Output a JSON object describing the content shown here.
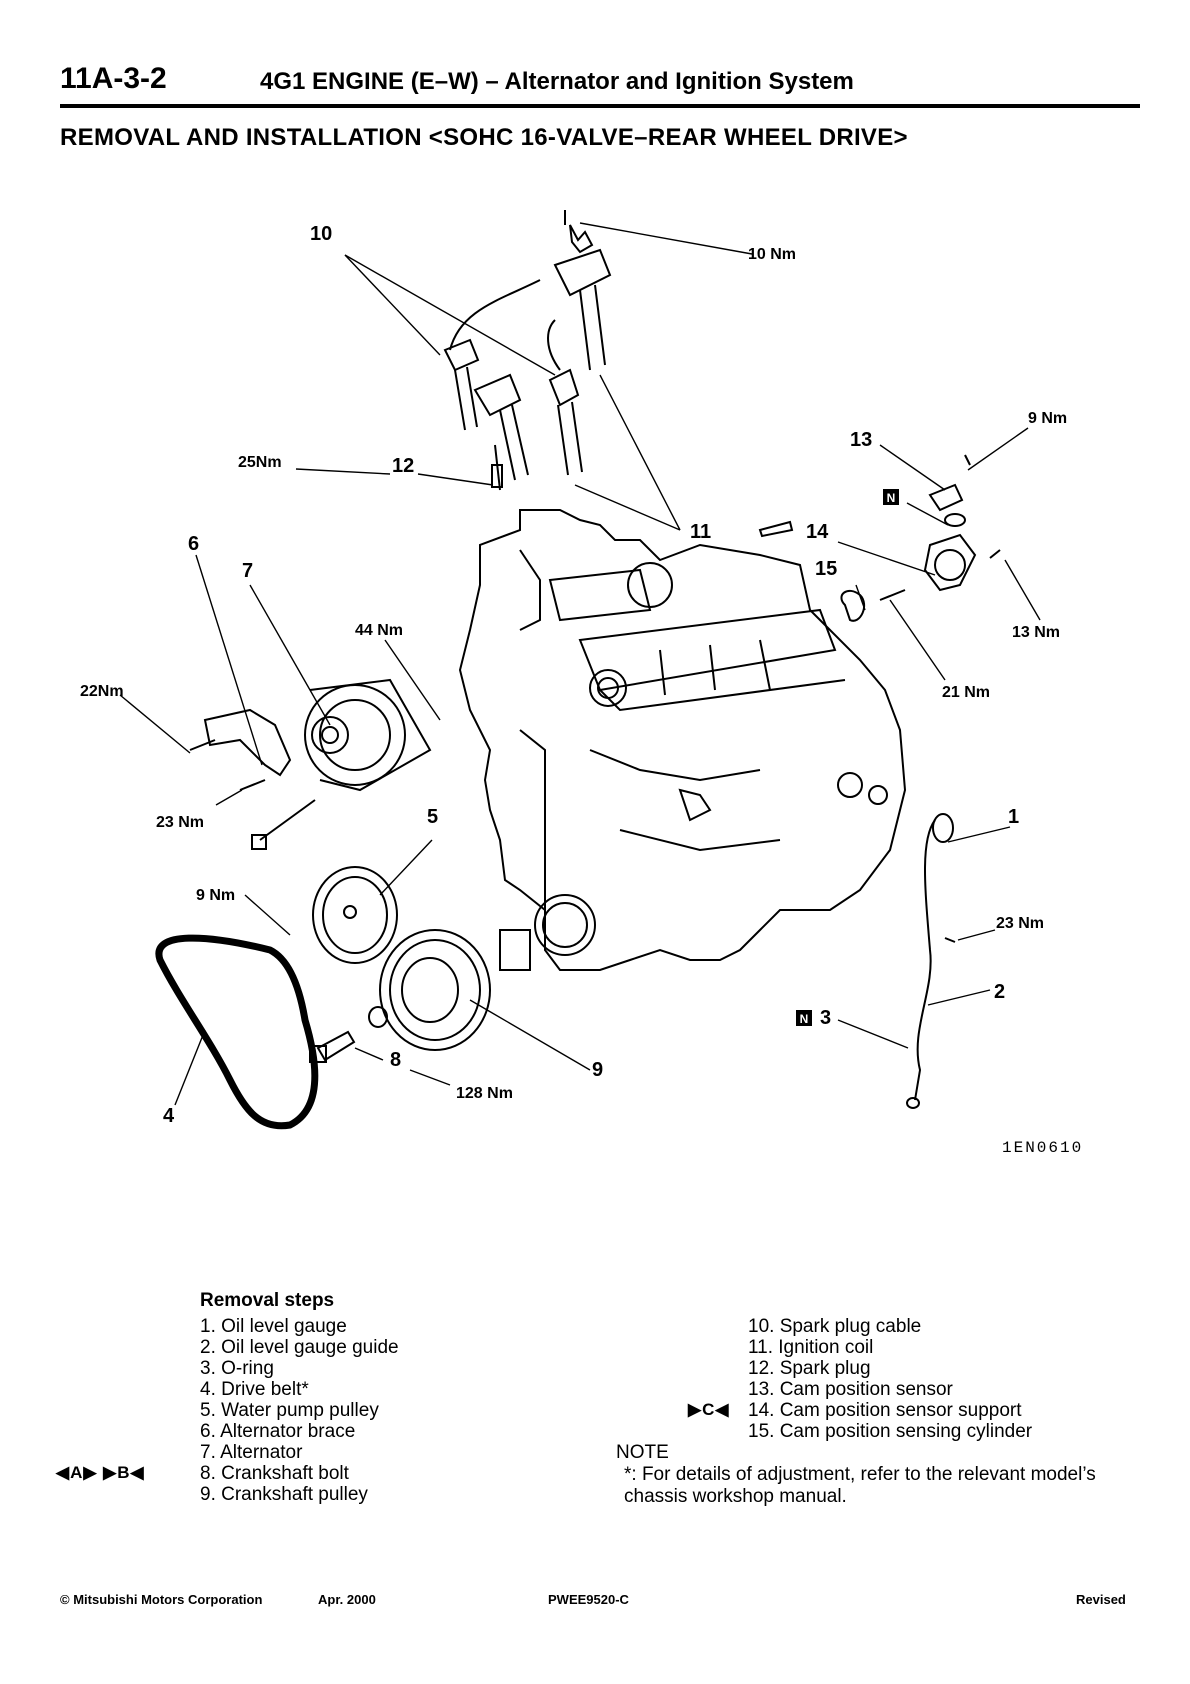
{
  "header": {
    "page_number": "11A-3-2",
    "chapter": "4G1 ENGINE (E–W) – Alternator and Ignition System"
  },
  "section_title": "REMOVAL AND INSTALLATION <SOHC 16-VALVE–REAR WHEEL DRIVE>",
  "figure": {
    "figure_id": "1EN0610",
    "callouts": [
      "1",
      "2",
      "3",
      "4",
      "5",
      "6",
      "7",
      "8",
      "9",
      "10",
      "11",
      "12",
      "13",
      "14",
      "15"
    ],
    "torques": {
      "t10nm": "10 Nm",
      "t9nm_top": "9 Nm",
      "t25nm": "25Nm",
      "t44nm": "44 Nm",
      "t13nm": "13 Nm",
      "t21nm": "21 Nm",
      "t22nm": "22Nm",
      "t23nm_left": "23 Nm",
      "t9nm_left": "9 Nm",
      "t23nm_right": "23 Nm",
      "t128nm": "128 Nm"
    },
    "new_part_mark": "N"
  },
  "removal": {
    "title": "Removal steps",
    "steps_left": [
      "1. Oil level gauge",
      "2. Oil level gauge guide",
      "3. O-ring",
      "4. Drive belt*",
      "5. Water pump pulley",
      "6. Alternator brace",
      "7. Alternator",
      "8. Crankshaft bolt",
      "9. Crankshaft pulley"
    ],
    "steps_right": [
      "10. Spark plug cable",
      "11. Ignition coil",
      "12. Spark plug",
      "13. Cam position sensor",
      "14. Cam position sensor support",
      "15. Cam position sensing cylinder"
    ],
    "mark_step8": "◀A▶ ▶B◀",
    "mark_step14": "▶C◀"
  },
  "note": {
    "label": "NOTE",
    "text": "*: For details of adjustment, refer to the relevant model’s chassis workshop manual."
  },
  "footer": {
    "copyright": "© Mitsubishi Motors Corporation",
    "date": "Apr. 2000",
    "doc_code": "PWEE9520-C",
    "status": "Revised"
  }
}
